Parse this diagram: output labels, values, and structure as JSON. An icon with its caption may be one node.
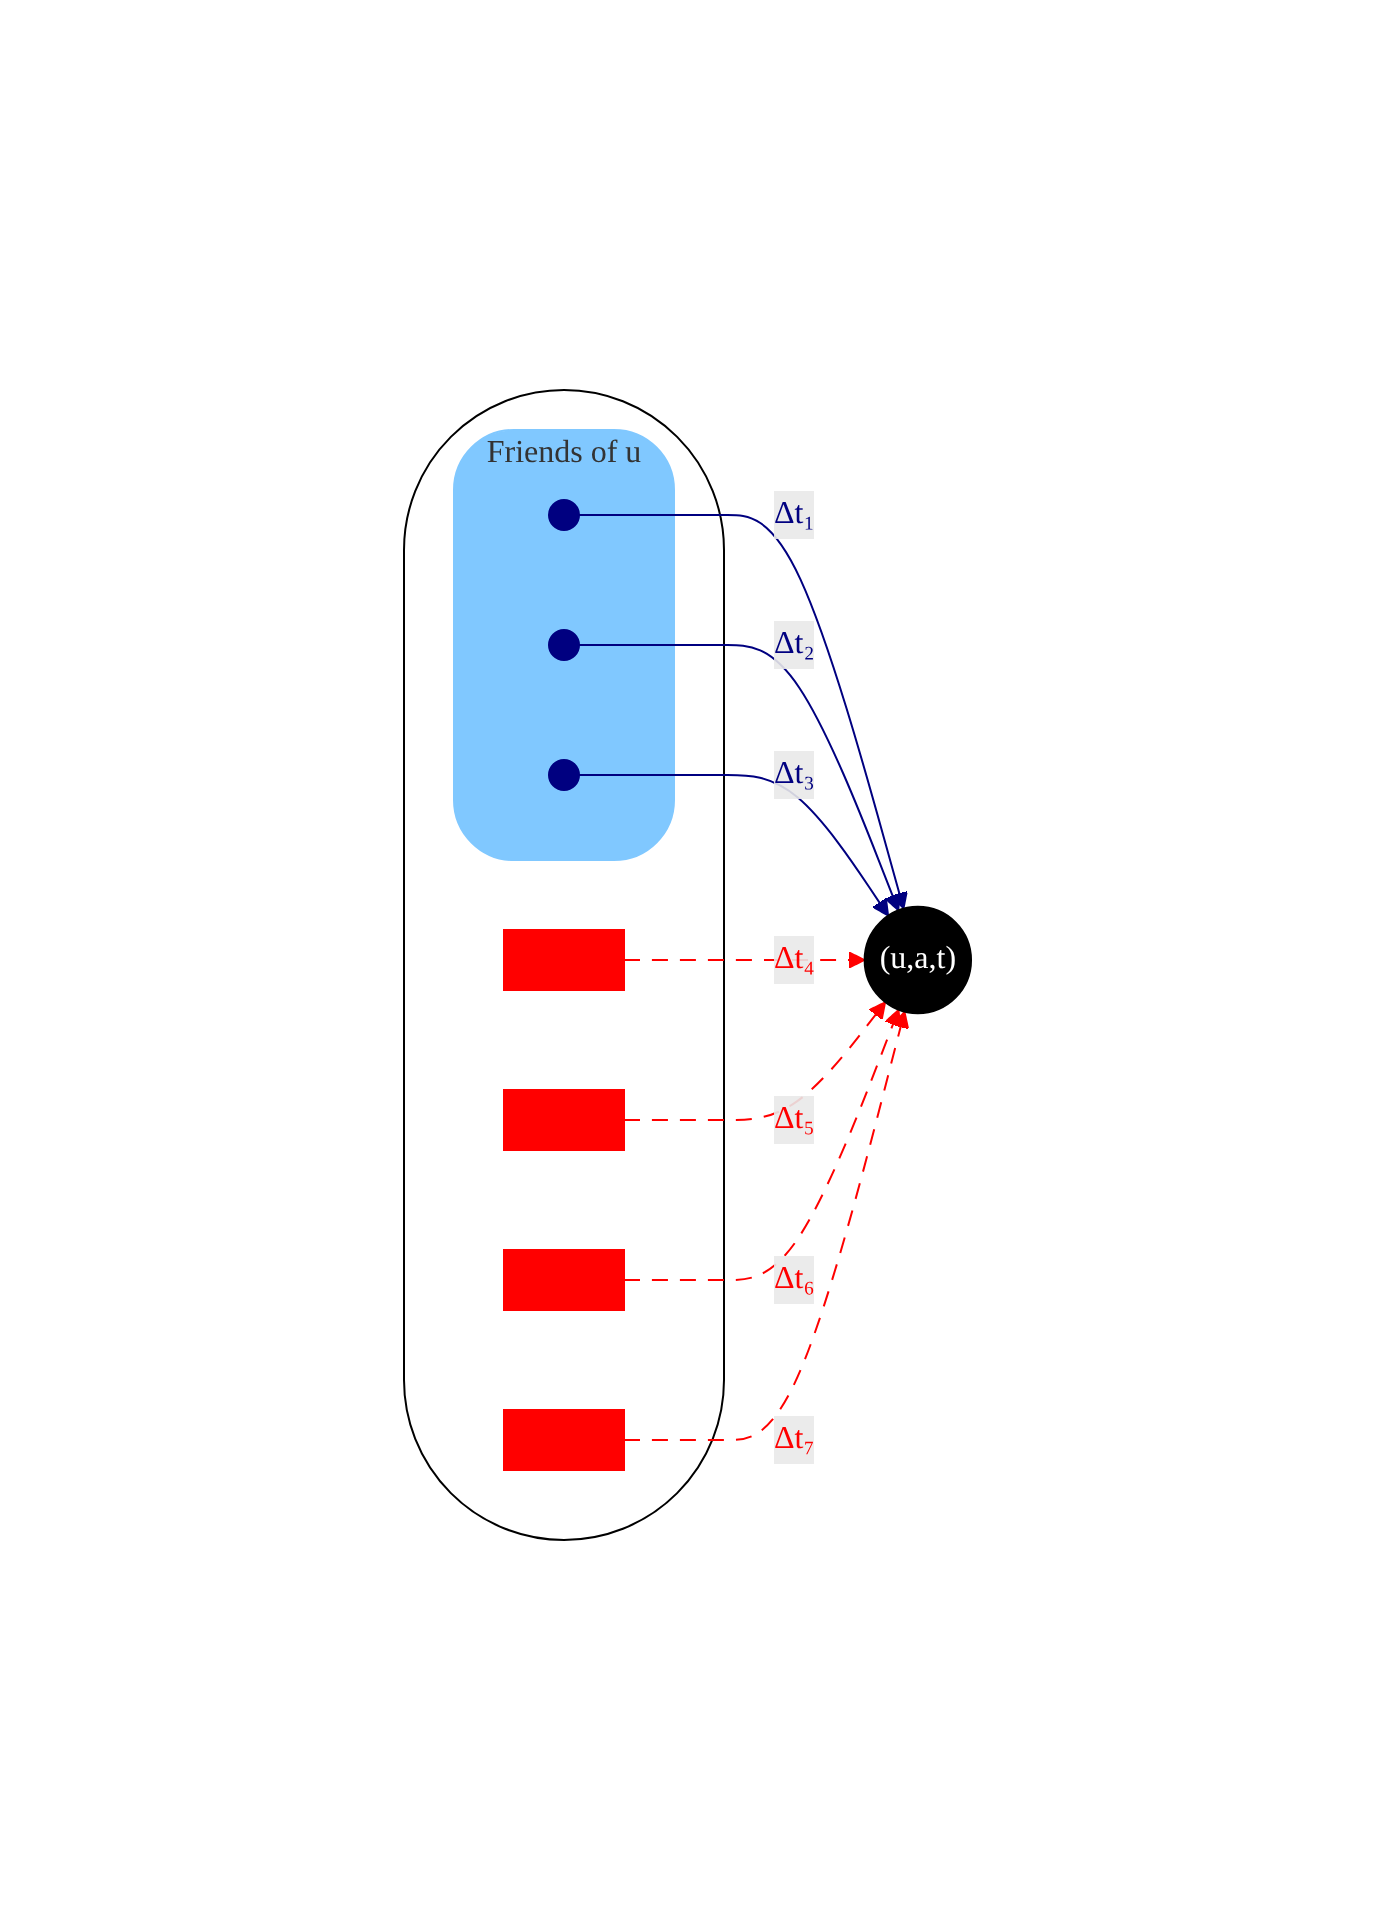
{
  "diagram": {
    "nodes": [
      {
        "text": [],
        "shape": "ellipse"
      },
      {
        "text": [
          "Friends of u"
        ],
        "in": 0
      },
      {
        "text": [],
        "shape": "circle",
        "in": 1
      },
      {
        "text": [],
        "shape": "circle",
        "in": 1
      },
      {
        "text": [],
        "shape": "circle",
        "in": 1
      },
      {
        "text": [],
        "shape": "box",
        "in": 0
      },
      {
        "text": [],
        "shape": "box",
        "in": 0
      },
      {
        "text": [],
        "shape": "box",
        "in": 0
      },
      {
        "text": [],
        "shape": "box",
        "in": 0
      },
      {
        "text": [
          "(u,a,t)"
        ]
      }
    ],
    "edges": [
      {
        "from": 2,
        "to": 9,
        "arrow": "to",
        "label": "Δt₁",
        "color": "#000080"
      },
      {
        "from": 3,
        "to": 9,
        "arrow": "to",
        "label": "Δt₂",
        "color": "#000080"
      },
      {
        "from": 4,
        "to": 9,
        "arrow": "to",
        "label": "Δt₃",
        "color": "#000080"
      },
      {
        "from": 5,
        "to": 9,
        "arrow": "to",
        "label": "Δt₄",
        "style": "dashed"
      },
      {
        "from": 6,
        "to": 9,
        "arrow": "to",
        "label": "Δt₅",
        "style": "dashed"
      },
      {
        "from": 7,
        "to": 9,
        "arrow": "to",
        "label": "Δt₆",
        "style": "dashed"
      },
      {
        "from": 8,
        "to": 9,
        "arrow": "to",
        "label": "Δt₇",
        "style": "dashed"
      }
    ]
  }
}
